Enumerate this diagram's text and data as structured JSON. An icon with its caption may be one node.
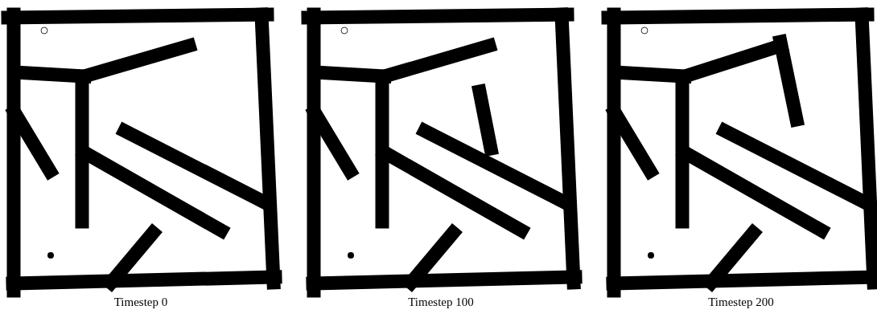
{
  "diagram": {
    "labels": [
      "Timestep 0",
      "Timestep 100",
      "Timestep 200"
    ]
  }
}
